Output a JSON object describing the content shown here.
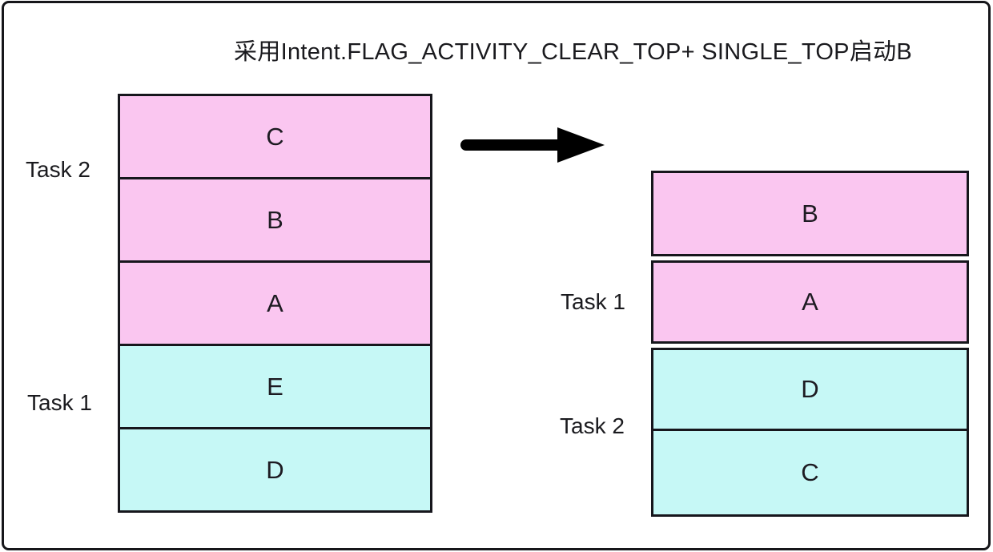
{
  "title": "采用Intent.FLAG_ACTIVITY_CLEAR_TOP+ SINGLE_TOP启动B",
  "colors": {
    "activity_pink": "#fac6f0",
    "activity_cyan": "#c6f8f6",
    "box_border": "#16161c",
    "arrow": "#000000",
    "text": "#1a1a1e"
  },
  "before_stack": {
    "task_labels": {
      "task2": "Task 2",
      "task1": "Task 1"
    },
    "boxes": [
      {
        "label": "C",
        "color": "#fac6f0"
      },
      {
        "label": "B",
        "color": "#fac6f0"
      },
      {
        "label": "A",
        "color": "#fac6f0"
      },
      {
        "label": "E",
        "color": "#c6f8f6"
      },
      {
        "label": "D",
        "color": "#c6f8f6"
      }
    ]
  },
  "after_stack": {
    "task_labels": {
      "task1": "Task 1",
      "task2": "Task 2"
    },
    "boxes": [
      {
        "label": "B",
        "color": "#fac6f0"
      },
      {
        "label": "A",
        "color": "#fac6f0"
      },
      {
        "label": "D",
        "color": "#c6f8f6"
      },
      {
        "label": "C",
        "color": "#c6f8f6"
      }
    ]
  }
}
